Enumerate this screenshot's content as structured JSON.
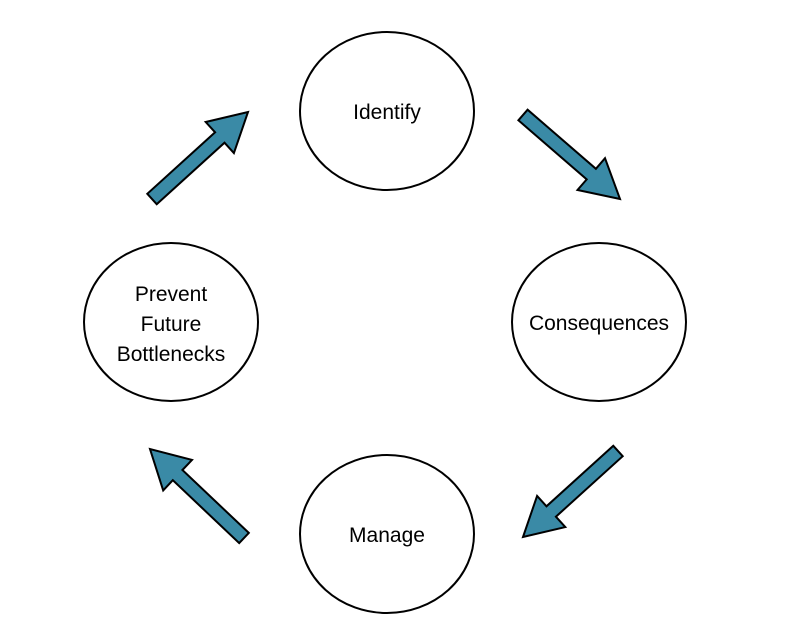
{
  "diagram": {
    "type": "cycle",
    "arrow_color": "#3a8aa6",
    "node_fill": "#ffffff",
    "node_stroke": "#000000",
    "nodes": [
      {
        "id": "identify",
        "lines": [
          "Identify"
        ]
      },
      {
        "id": "consequences",
        "lines": [
          "Consequences"
        ]
      },
      {
        "id": "manage",
        "lines": [
          "Manage"
        ]
      },
      {
        "id": "prevent",
        "lines": [
          "Prevent",
          "Future",
          "Bottlenecks"
        ]
      }
    ],
    "edges": [
      {
        "from": "identify",
        "to": "consequences"
      },
      {
        "from": "consequences",
        "to": "manage"
      },
      {
        "from": "manage",
        "to": "prevent"
      },
      {
        "from": "prevent",
        "to": "identify"
      }
    ]
  }
}
